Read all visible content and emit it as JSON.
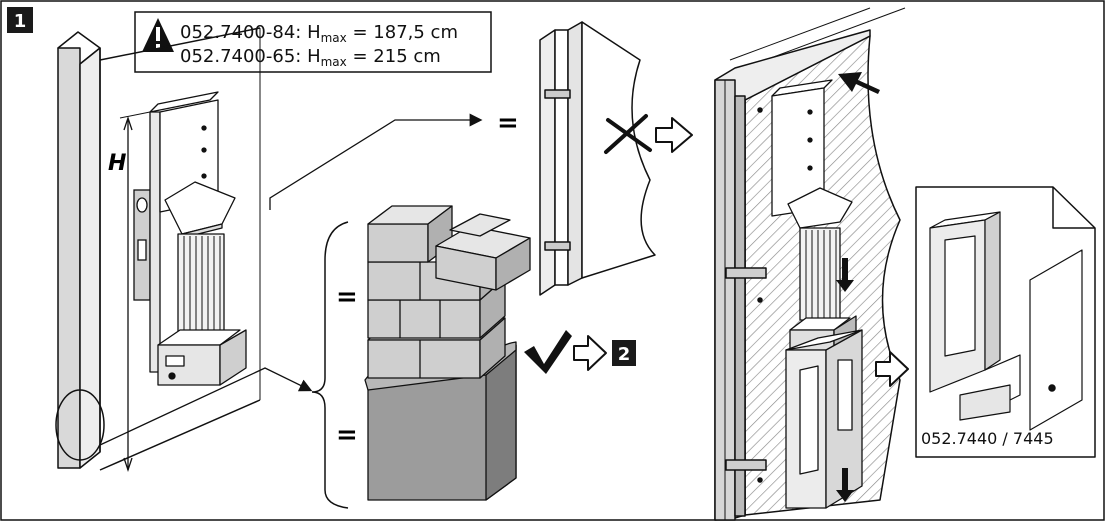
{
  "step_badge": "1",
  "warning": {
    "line1_code": "052.7400-84: H",
    "line1_sub": "max",
    "line1_value": " = 187,5 cm",
    "line2_code": "052.7400-65: H",
    "line2_sub": "max",
    "line2_value": " = 215 cm"
  },
  "height_label": "H",
  "equals_sign": "=",
  "next_step_badge": "2",
  "accessory_part_number": "052.7440 / 7445",
  "colors": {
    "outline": "#111111",
    "wall_fill": "#d9d9d9",
    "brick_fill": "#cfcfcf",
    "block_fill": "#9c9c9c",
    "badge_fill": "#1a1a1a",
    "hatch": "#888888"
  }
}
